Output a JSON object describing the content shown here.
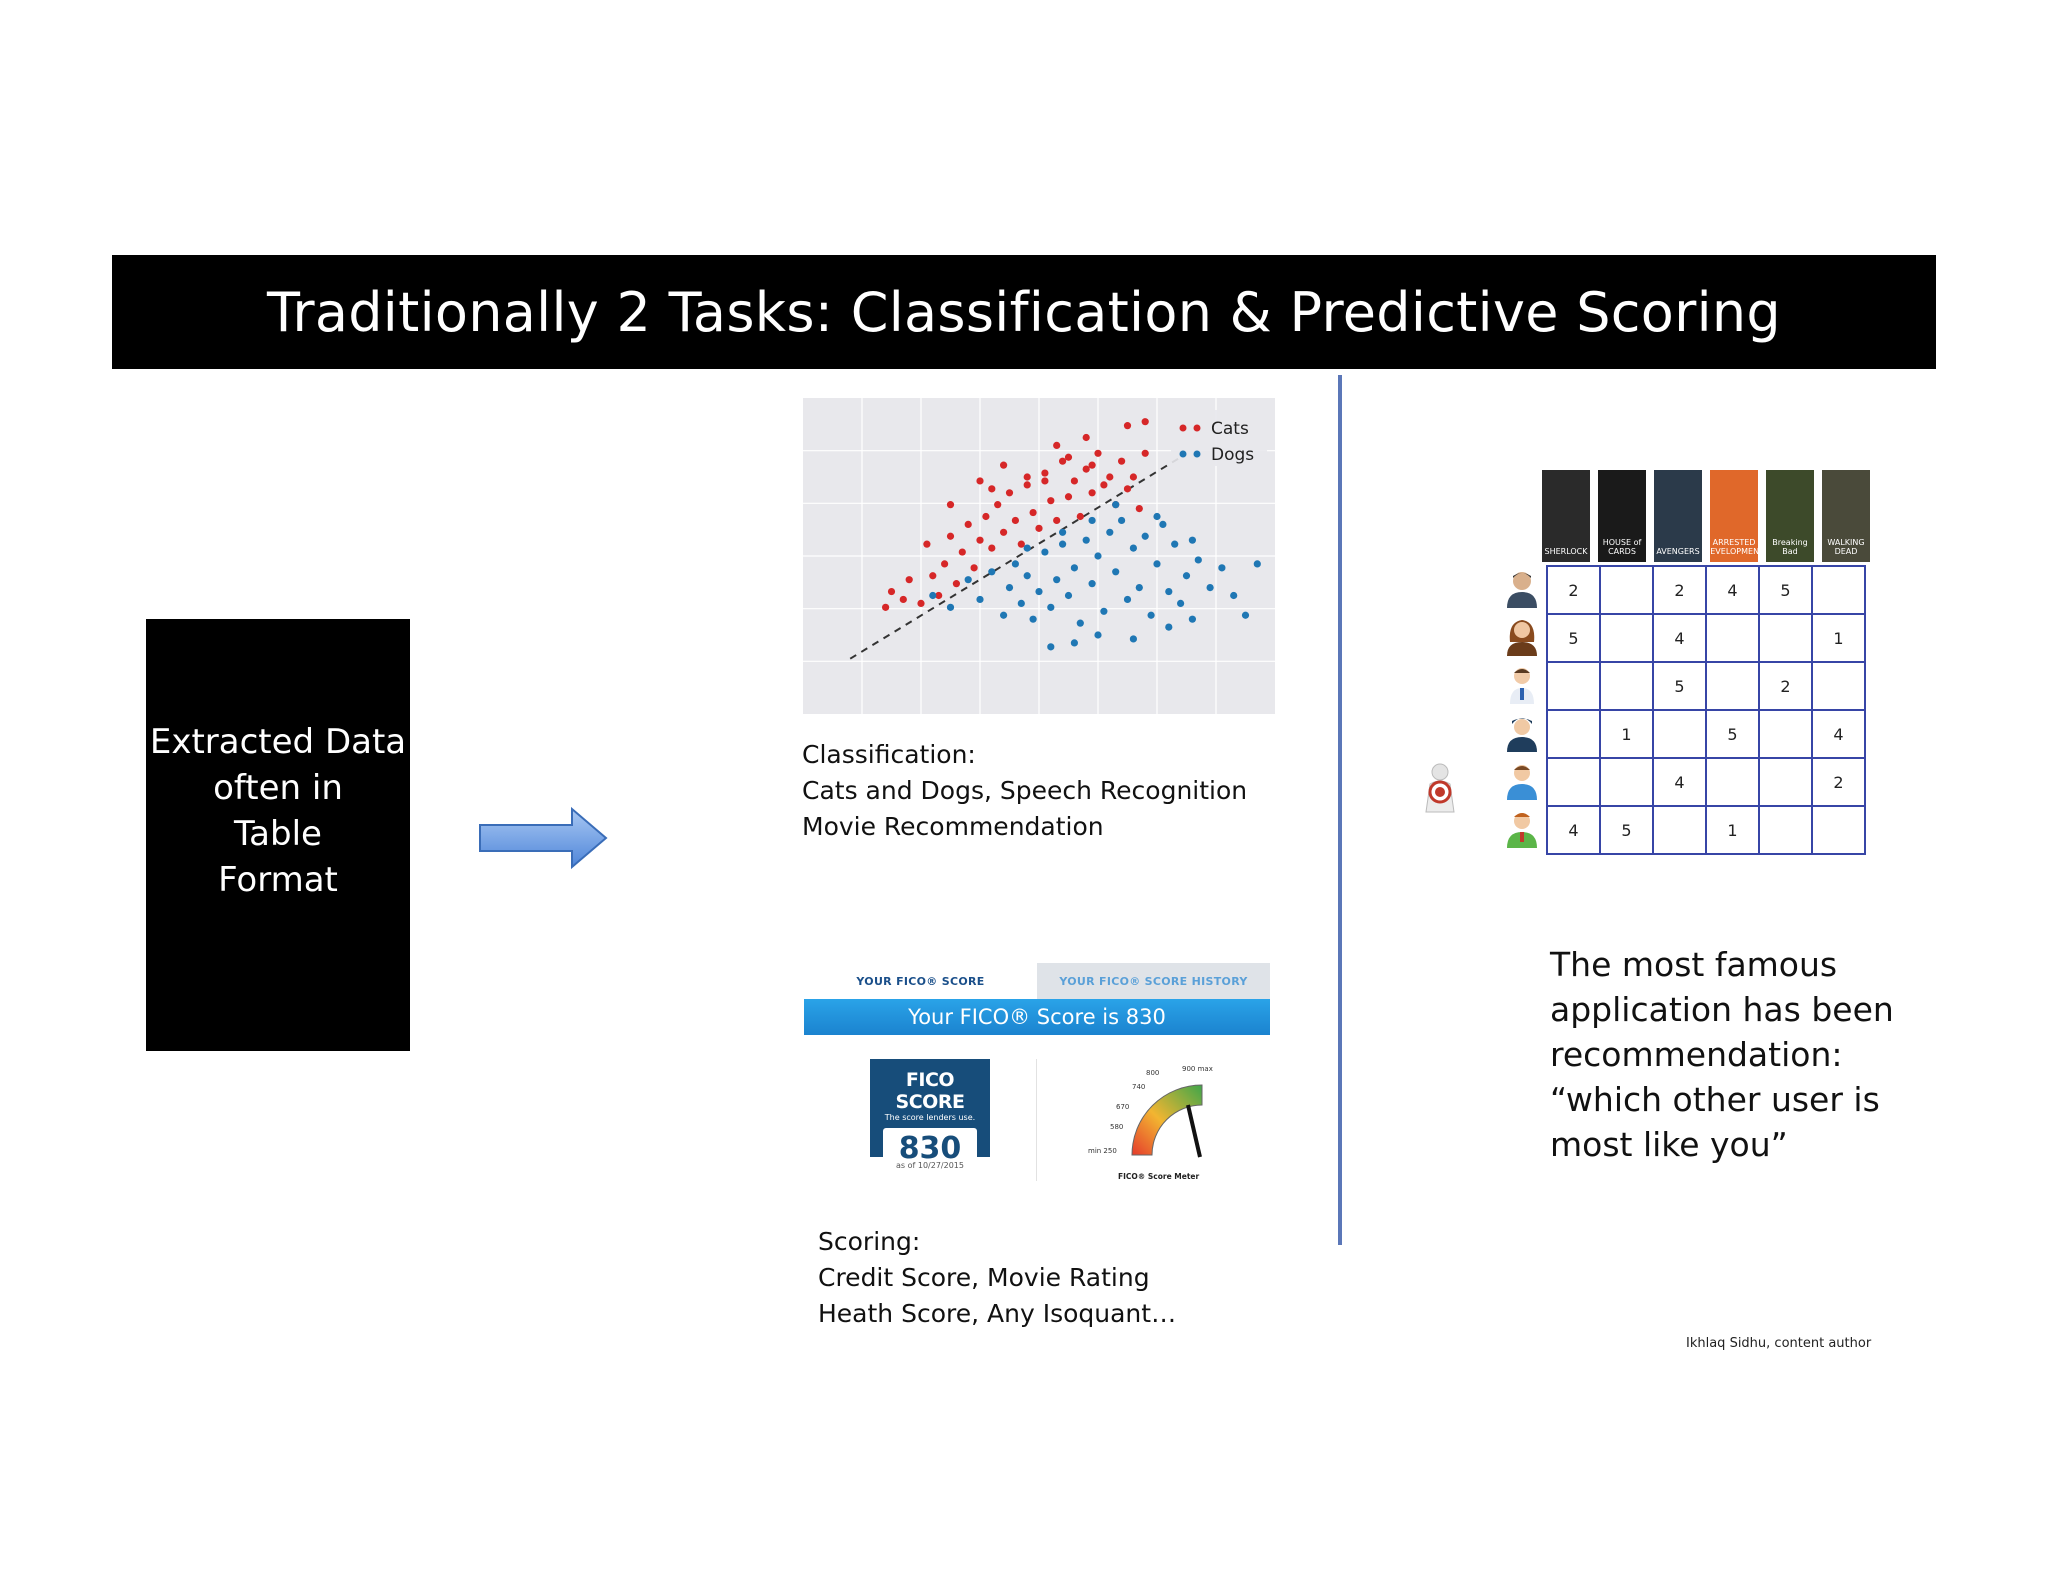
{
  "title": "Traditionally 2 Tasks: Classification & Predictive Scoring",
  "left_box": {
    "lines": [
      "Extracted Data",
      "often in",
      "Table",
      "Format"
    ]
  },
  "chart_data": {
    "type": "scatter",
    "legend": [
      "Cats",
      "Dogs"
    ],
    "legend_position": "top-right",
    "colors": {
      "Cats": "#d62728",
      "Dogs": "#1f77b4"
    },
    "grid": true,
    "xlim": [
      -4,
      4
    ],
    "ylim": [
      -4,
      4
    ],
    "series": [
      {
        "name": "Cats",
        "points": [
          [
            -2.6,
            -1.3
          ],
          [
            -2.5,
            -0.9
          ],
          [
            -2.3,
            -1.1
          ],
          [
            -2.2,
            -0.6
          ],
          [
            -2.0,
            -1.2
          ],
          [
            -1.9,
            0.3
          ],
          [
            -1.8,
            -0.5
          ],
          [
            -1.7,
            -1.0
          ],
          [
            -1.6,
            -0.2
          ],
          [
            -1.5,
            0.5
          ],
          [
            -1.4,
            -0.7
          ],
          [
            -1.3,
            0.1
          ],
          [
            -1.2,
            0.8
          ],
          [
            -1.1,
            -0.3
          ],
          [
            -1.0,
            0.4
          ],
          [
            -0.9,
            1.0
          ],
          [
            -0.8,
            0.2
          ],
          [
            -0.7,
            1.3
          ],
          [
            -0.6,
            0.6
          ],
          [
            -0.5,
            1.6
          ],
          [
            -0.4,
            0.9
          ],
          [
            -0.3,
            0.3
          ],
          [
            -0.2,
            1.8
          ],
          [
            -0.1,
            1.1
          ],
          [
            0.0,
            0.7
          ],
          [
            0.1,
            2.1
          ],
          [
            0.2,
            1.4
          ],
          [
            0.3,
            0.9
          ],
          [
            0.4,
            2.4
          ],
          [
            0.5,
            1.5
          ],
          [
            0.6,
            1.9
          ],
          [
            0.7,
            1.0
          ],
          [
            0.8,
            2.2
          ],
          [
            0.9,
            1.6
          ],
          [
            1.0,
            2.6
          ],
          [
            1.1,
            1.8
          ],
          [
            1.2,
            2.0
          ],
          [
            1.3,
            1.3
          ],
          [
            1.4,
            2.4
          ],
          [
            1.5,
            1.7
          ],
          [
            1.6,
            2.0
          ],
          [
            1.7,
            1.2
          ],
          [
            1.8,
            2.6
          ],
          [
            -1.0,
            1.9
          ],
          [
            -0.6,
            2.3
          ],
          [
            0.3,
            2.8
          ],
          [
            0.8,
            3.0
          ],
          [
            1.5,
            3.3
          ],
          [
            1.8,
            3.4
          ],
          [
            -0.2,
            2.0
          ],
          [
            0.5,
            2.5
          ],
          [
            -1.5,
            1.3
          ],
          [
            -0.8,
            1.7
          ],
          [
            0.1,
            1.9
          ],
          [
            0.9,
            2.3
          ]
        ]
      },
      {
        "name": "Dogs",
        "points": [
          [
            -1.8,
            -1.0
          ],
          [
            -1.5,
            -1.3
          ],
          [
            -1.2,
            -0.6
          ],
          [
            -1.0,
            -1.1
          ],
          [
            -0.8,
            -0.4
          ],
          [
            -0.6,
            -1.5
          ],
          [
            -0.5,
            -0.8
          ],
          [
            -0.4,
            -0.2
          ],
          [
            -0.3,
            -1.2
          ],
          [
            -0.2,
            -0.5
          ],
          [
            -0.1,
            -1.6
          ],
          [
            0.0,
            -0.9
          ],
          [
            0.1,
            0.1
          ],
          [
            0.2,
            -1.3
          ],
          [
            0.3,
            -0.6
          ],
          [
            0.4,
            0.3
          ],
          [
            0.5,
            -1.0
          ],
          [
            0.6,
            -0.3
          ],
          [
            0.7,
            -1.7
          ],
          [
            0.8,
            0.4
          ],
          [
            0.9,
            -0.7
          ],
          [
            1.0,
            0.0
          ],
          [
            1.1,
            -1.4
          ],
          [
            1.2,
            0.6
          ],
          [
            1.3,
            -0.4
          ],
          [
            1.4,
            0.9
          ],
          [
            1.5,
            -1.1
          ],
          [
            1.6,
            0.2
          ],
          [
            1.7,
            -0.8
          ],
          [
            1.8,
            0.5
          ],
          [
            1.9,
            -1.5
          ],
          [
            2.0,
            -0.2
          ],
          [
            2.1,
            0.8
          ],
          [
            2.2,
            -0.9
          ],
          [
            2.3,
            0.3
          ],
          [
            2.4,
            -1.2
          ],
          [
            2.5,
            -0.5
          ],
          [
            2.6,
            0.4
          ],
          [
            2.7,
            -0.1
          ],
          [
            2.9,
            -0.8
          ],
          [
            3.1,
            -0.3
          ],
          [
            3.3,
            -1.0
          ],
          [
            3.5,
            -1.5
          ],
          [
            3.7,
            -0.2
          ],
          [
            0.6,
            -2.2
          ],
          [
            1.0,
            -2.0
          ],
          [
            1.6,
            -2.1
          ],
          [
            2.2,
            -1.8
          ],
          [
            0.2,
            -2.3
          ],
          [
            1.3,
            1.3
          ],
          [
            0.9,
            0.9
          ],
          [
            0.4,
            0.6
          ],
          [
            -0.2,
            0.2
          ],
          [
            2.0,
            1.0
          ],
          [
            2.6,
            -1.6
          ]
        ]
      }
    ],
    "boundary": [
      [
        -3.2,
        -2.6
      ],
      [
        2.4,
        2.5
      ]
    ]
  },
  "classification_caption": [
    "Classification:",
    "Cats and Dogs, Speech Recognition",
    "Movie Recommendation"
  ],
  "fico": {
    "tab_active": "YOUR FICO® SCORE",
    "tab_history": "YOUR FICO® SCORE HISTORY",
    "banner": "Your FICO® Score is 830",
    "logo_brand": "FICO SCORE",
    "logo_sub": "The score lenders use.",
    "score": "830",
    "as_of": "as of 10/27/2015",
    "meter_label": "FICO® Score Meter",
    "meter_ticks": [
      "min 250",
      "580",
      "670",
      "740",
      "800",
      "900 max"
    ]
  },
  "scoring_caption": [
    "Scoring:",
    "Credit Score, Movie Rating",
    "Heath Score,  Any Isoquant…"
  ],
  "posters": [
    {
      "label": "SHERLOCK",
      "color": "#2a2a2a"
    },
    {
      "label": "HOUSE of CARDS",
      "color": "#1a1a1a"
    },
    {
      "label": "AVENGERS",
      "color": "#2b3a4a"
    },
    {
      "label": "ARRESTED DEVELOPMENT",
      "color": "#e0682a"
    },
    {
      "label": "Breaking Bad",
      "color": "#3d4a2a"
    },
    {
      "label": "WALKING DEAD",
      "color": "#4a4a3a"
    }
  ],
  "ratings": [
    [
      "2",
      "",
      "2",
      "4",
      "5",
      ""
    ],
    [
      "5",
      "",
      "4",
      "",
      "",
      "1"
    ],
    [
      "",
      "",
      "5",
      "",
      "2",
      ""
    ],
    [
      "",
      "1",
      "",
      "5",
      "",
      "4"
    ],
    [
      "",
      "",
      "4",
      "",
      "",
      "2"
    ],
    [
      "4",
      "5",
      "",
      "1",
      "",
      ""
    ]
  ],
  "famous_text": [
    "The most famous",
    "application has been",
    "recommendation:",
    "“which other user is",
    "most like you”"
  ],
  "author": "Ikhlaq Sidhu, content author"
}
